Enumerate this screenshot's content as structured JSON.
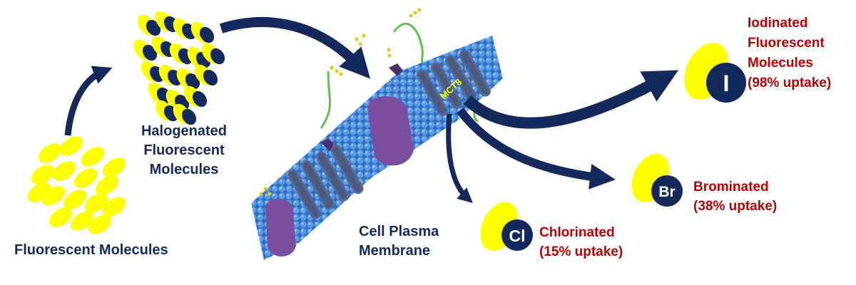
{
  "labels": {
    "fluorescent": "Fluorescent Molecules",
    "halogenated": [
      "Halogenated",
      "Fluorescent",
      "Molecules"
    ],
    "membrane": [
      "Cell Plasma",
      "Membrane"
    ],
    "transporter": "MCT8"
  },
  "products": {
    "iodinated": {
      "symbol": "I",
      "lines": [
        "Iodinated",
        "Fluorescent",
        "Molecules",
        "(98% uptake)"
      ]
    },
    "brominated": {
      "symbol": "Br",
      "lines": [
        "Brominated",
        "(38% uptake)"
      ]
    },
    "chlorinated": {
      "symbol": "Cl",
      "lines": [
        "Chlorinated",
        "(15% uptake)"
      ]
    }
  },
  "colors": {
    "navy": "#142a5c",
    "red": "#c00000",
    "yellow": "#ffff00",
    "membrane": "#3d7fd0",
    "protein": "#7b4fa0"
  }
}
